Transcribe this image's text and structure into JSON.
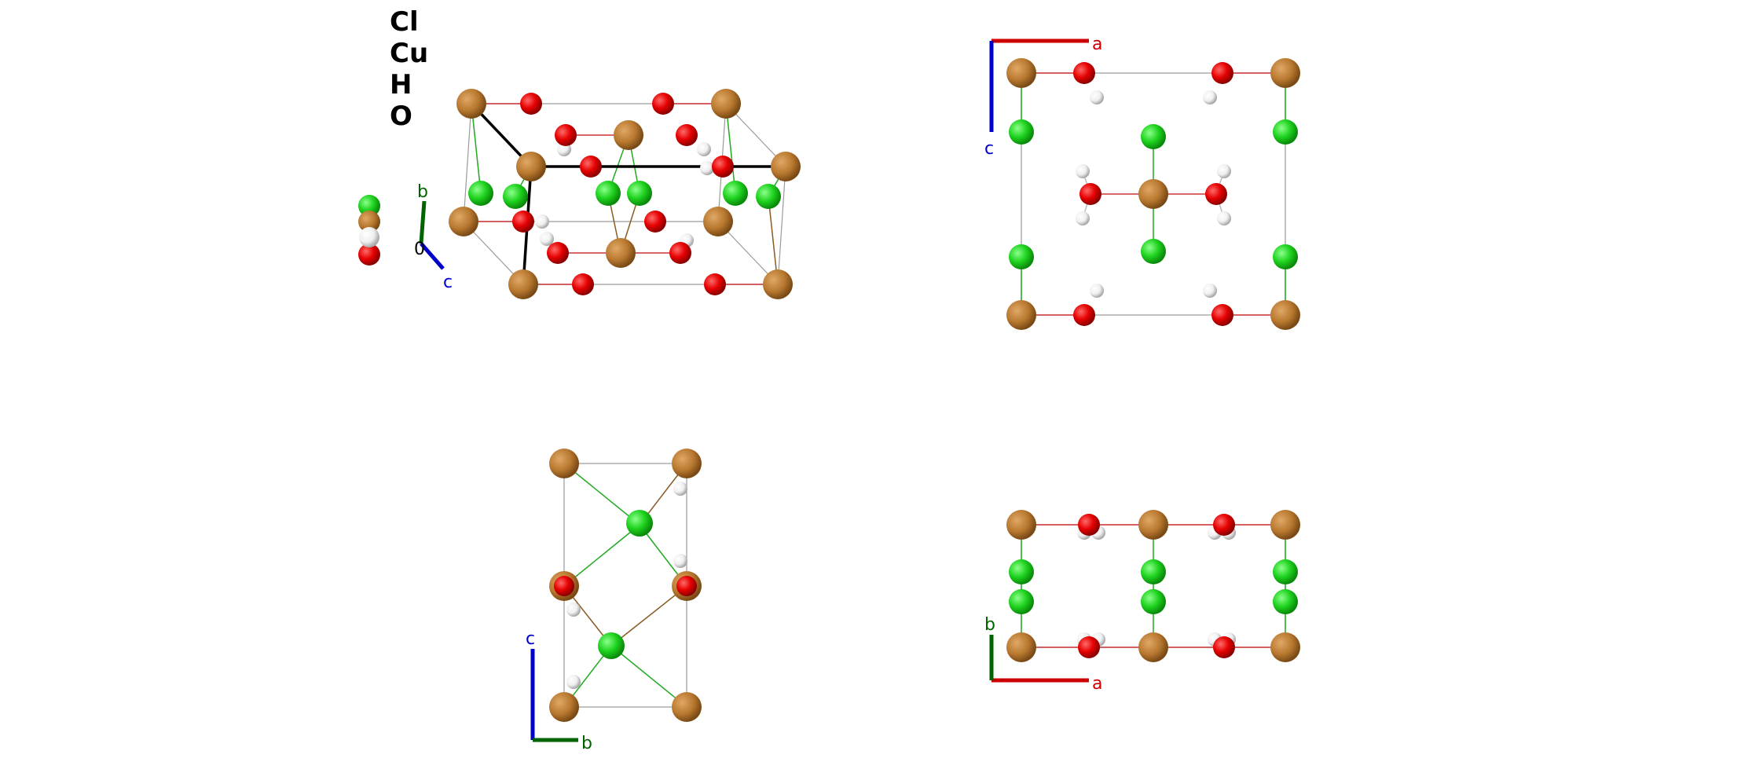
{
  "legend": [
    "Cl",
    "Cu",
    "H",
    "O"
  ],
  "element_colors": {
    "Cl": "#1fd31f",
    "Cu": "#b8782f",
    "H": "#f2f2f2",
    "O": "#e60000"
  },
  "axes": {
    "a": {
      "label": "a",
      "color": "#cc0000"
    },
    "b": {
      "label": "b",
      "color": "#006400"
    },
    "c": {
      "label": "c",
      "color": "#0000cc"
    },
    "origin": "0"
  },
  "views": [
    "perspective",
    "b-axis",
    "a-axis",
    "c-axis"
  ]
}
